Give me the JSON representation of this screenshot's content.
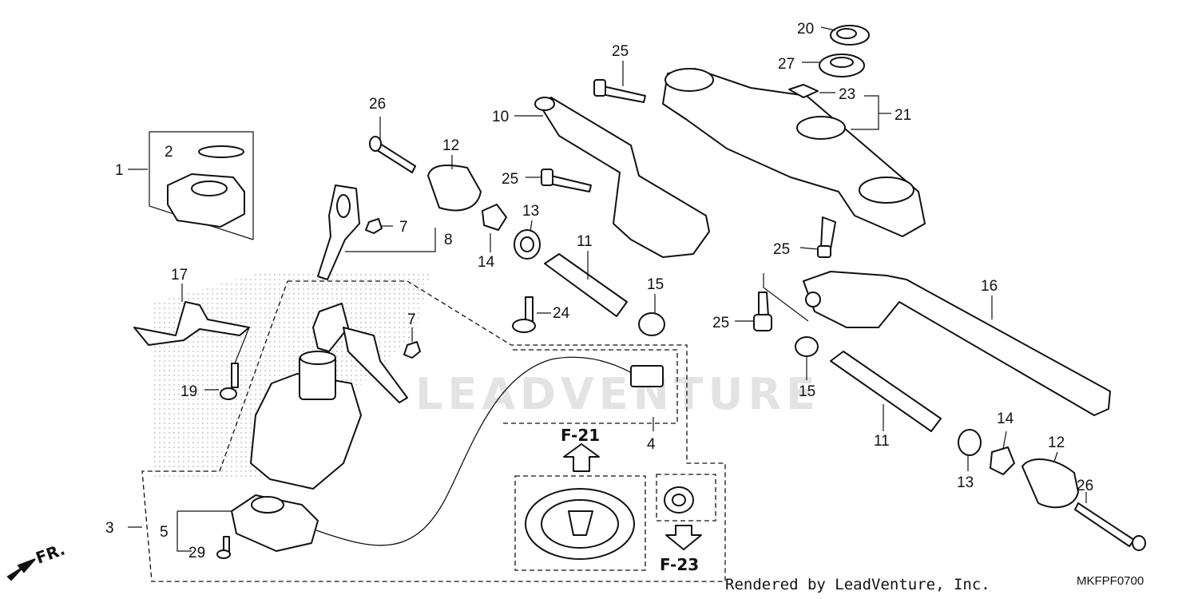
{
  "watermark": "LEADVENTURE",
  "footer": {
    "rendered_by": "Rendered by LeadVenture, Inc.",
    "diagram_code": "MKFPF0700"
  },
  "direction_marker": "FR.",
  "cross_refs": [
    "F-21",
    "F-23"
  ],
  "callouts": {
    "c1": "1",
    "c2": "2",
    "c3": "3",
    "c4": "4",
    "c5": "5",
    "c7a": "7",
    "c7b": "7",
    "c8": "8",
    "c10": "10",
    "c11a": "11",
    "c11b": "11",
    "c12a": "12",
    "c12b": "12",
    "c13a": "13",
    "c13b": "13",
    "c14a": "14",
    "c14b": "14",
    "c15a": "15",
    "c15b": "15",
    "c16": "16",
    "c17": "17",
    "c19": "19",
    "c20": "20",
    "c21": "21",
    "c23": "23",
    "c24": "24",
    "c25a": "25",
    "c25b": "25",
    "c25c": "25",
    "c25d": "25",
    "c26a": "26",
    "c26b": "26",
    "c27": "27",
    "c29": "29"
  }
}
